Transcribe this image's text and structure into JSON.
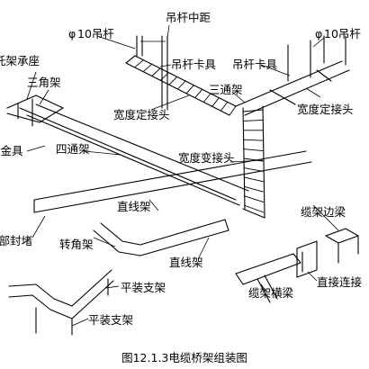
{
  "labels": {
    "hanger_spacing": "吊杆中距",
    "rod_left": "10吊杆",
    "rod_right": "10吊杆",
    "phi": "φ",
    "rod_clamp_left": "吊杆卡具",
    "rod_clamp_right": "吊杆卡具",
    "bracket_seat": "托架承座",
    "triangle_frame": "三角架",
    "tee_frame": "三通架",
    "width_fixed_joint_left": "宽度定接头",
    "width_fixed_joint_right": "宽度定接头",
    "hardware": "五金具",
    "four_way": "四通架",
    "width_change_joint": "宽度变接头",
    "straight_section_upper": "直线架",
    "end_block": "端部封堵",
    "corner_frame": "转角架",
    "straight_section_lower": "直线架",
    "tray_edge_beam": "缆架边梁",
    "flat_bracket_upper": "平装支架",
    "flat_bracket_lower": "平装支架",
    "direct_joint": "直接连接",
    "tray_cross_beam": "缆架横梁"
  },
  "caption": "图12.1.3电缆桥架组装图"
}
